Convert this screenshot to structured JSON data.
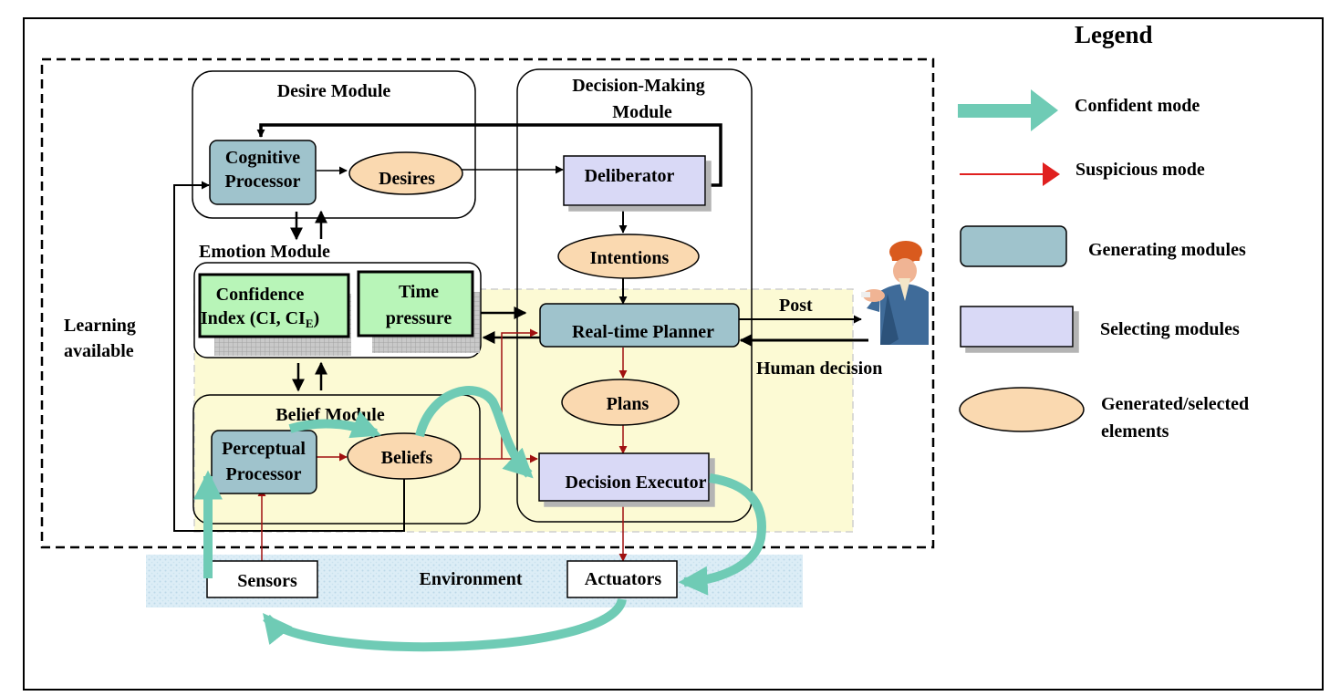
{
  "legend": {
    "title": "Legend",
    "confident_mode": "Confident mode",
    "suspicious_mode": "Suspicious mode",
    "generating_modules": "Generating modules",
    "selecting_modules": "Selecting modules",
    "generated_selected_line1": "Generated/selected",
    "generated_selected_line2": "elements"
  },
  "modules": {
    "desire": "Desire Module",
    "decision_making_line1": "Decision-Making",
    "decision_making_line2": "Module",
    "emotion": "Emotion Module",
    "belief": "Belief Module"
  },
  "nodes": {
    "cognitive_processor_line1": "Cognitive",
    "cognitive_processor_line2": "Processor",
    "desires": "Desires",
    "deliberator": "Deliberator",
    "intentions": "Intentions",
    "confidence_index_line1": "Confidence",
    "confidence_index_line2_prefix": "Index (CI, CI",
    "confidence_index_subscript": "E",
    "confidence_index_line2_suffix": ")",
    "time_pressure_line1": "Time",
    "time_pressure_line2": "pressure",
    "realtime_planner": "Real-time Planner",
    "plans": "Plans",
    "perceptual_processor_line1": "Perceptual",
    "perceptual_processor_line2": "Processor",
    "beliefs": "Beliefs",
    "decision_executor": "Decision Executor",
    "sensors": "Sensors",
    "actuators": "Actuators"
  },
  "labels": {
    "learning_line1": "Learning",
    "learning_line2": "available",
    "post": "Post",
    "human_decision": "Human decision",
    "environment": "Environment"
  },
  "colors": {
    "confident_teal": "#6fcbb5",
    "suspicious_red": "#a01010",
    "legend_red": "#e0201f",
    "generating_fill": "#9fc3cc",
    "selecting_fill": "#d9d9f6",
    "element_fill": "#fad9b0",
    "emotion_fill": "#b8f5b8",
    "yellow_zone": "#fcfad4",
    "environment_band": "#dbeef6"
  }
}
